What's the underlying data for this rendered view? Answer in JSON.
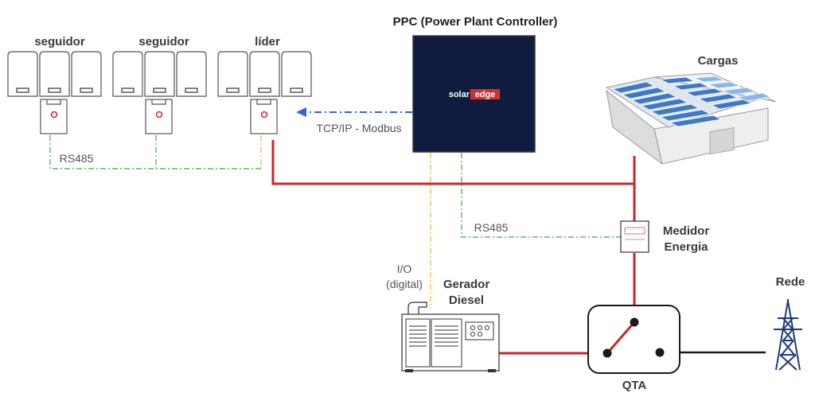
{
  "labels": {
    "follower_1": "seguidor",
    "follower_2": "seguidor",
    "leader": "líder",
    "ppc": "PPC (Power Plant Controller)",
    "brand_left": "solar",
    "brand_right": "edge",
    "loads": "Cargas",
    "tcp": "TCP/IP - Modbus",
    "rs485_left": "RS485",
    "rs485_right": "RS485",
    "meter_line1": "Medidor",
    "meter_line2": "Energia",
    "io_line1": "I/O",
    "io_line2": "(digital)",
    "genset_line1": "Gerador",
    "genset_line2": "Diesel",
    "grid": "Rede",
    "qta": "QTA"
  },
  "colors": {
    "power_line": "#c62828",
    "rs485_line": "#5cb85c",
    "io_line": "#e8c547",
    "tcp_line": "#3a64d8",
    "ppc_box": "#0f1c3f",
    "brand_red": "#d32f2f",
    "solar_panel": "#3f78c6"
  }
}
